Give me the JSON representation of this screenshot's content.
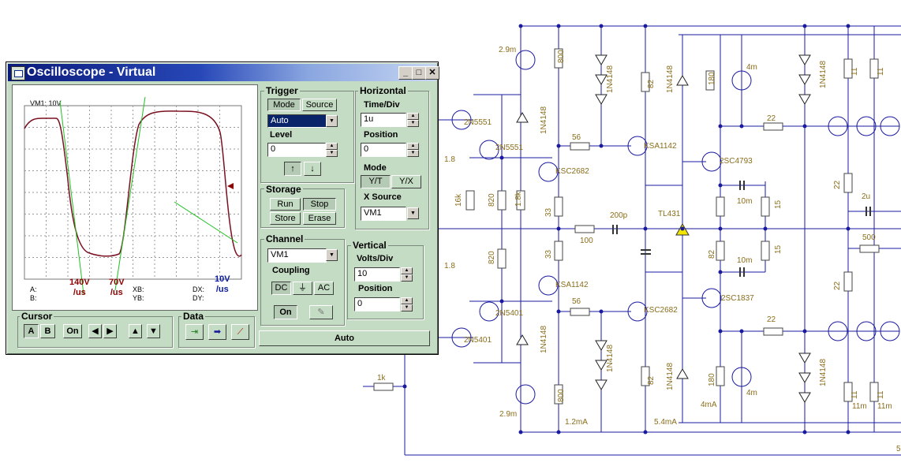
{
  "window": {
    "title": "Oscilloscope - Virtual",
    "controls": {
      "minimize": "_",
      "maximize": "□",
      "close": "✕"
    }
  },
  "screen": {
    "channel_label": "VM1: 10V",
    "slopes": [
      {
        "value": "140V",
        "unit": "/us",
        "color": "#8b0000"
      },
      {
        "value": "70V",
        "unit": "/us",
        "color": "#8b0000"
      },
      {
        "value": "10V",
        "unit": "/us",
        "color": "#0a1aa0"
      }
    ],
    "readouts": {
      "a": "A:",
      "b": "B:",
      "xb": "XB:",
      "yb": "YB:",
      "dx": "DX:",
      "dy": "DY:"
    }
  },
  "trigger": {
    "title": "Trigger",
    "mode_label": "Mode",
    "source_label": "Source",
    "mode_value": "Auto",
    "level_label": "Level",
    "level_value": "0"
  },
  "horizontal": {
    "title": "Horizontal",
    "timediv_label": "Time/Div",
    "timediv_value": "1u",
    "position_label": "Position",
    "position_value": "0",
    "mode_label": "Mode",
    "yt_label": "Y/T",
    "yx_label": "Y/X",
    "xsource_label": "X Source",
    "xsource_value": "VM1"
  },
  "storage": {
    "title": "Storage",
    "run": "Run",
    "stop": "Stop",
    "store": "Store",
    "erase": "Erase"
  },
  "channel": {
    "title": "Channel",
    "value": "VM1",
    "coupling_label": "Coupling",
    "dc": "DC",
    "ground": "⏚",
    "ac": "AC",
    "on": "On"
  },
  "vertical": {
    "title": "Vertical",
    "voltsdiv_label": "Volts/Div",
    "voltsdiv_value": "10",
    "position_label": "Position",
    "position_value": "0"
  },
  "cursor": {
    "title": "Cursor",
    "a": "A",
    "b": "B",
    "on": "On"
  },
  "data_group": {
    "title": "Data"
  },
  "auto_label": "Auto",
  "schematic": {
    "labels": [
      "2.9m",
      "800",
      "1N4148",
      "82",
      "1N4148",
      "180",
      "4m",
      "1N4148",
      "11",
      "11",
      "2N5551",
      "2N5551",
      "1N4148",
      "56",
      "KSA1142",
      "22",
      "1.8",
      "KSC2682",
      "2SC4793",
      "16k",
      "820",
      "1.8k",
      "33",
      "22",
      "15",
      "10m",
      "2u",
      "100",
      "200p",
      "TL431",
      "500",
      "820",
      "33",
      "82",
      "15",
      "10m",
      "1.8",
      "KSA1142",
      "2SC1837",
      "22",
      "56",
      "KSC2682",
      "2N5401",
      "2N5401",
      "1N4148",
      "22",
      "1N4148",
      "1N4148",
      "1N4148",
      "1k",
      "800",
      "82",
      "180",
      "4m",
      "4mA",
      "11",
      "11",
      "11m",
      "11m",
      "2.9m",
      "1.2mA",
      "5.4mA",
      "5"
    ]
  }
}
